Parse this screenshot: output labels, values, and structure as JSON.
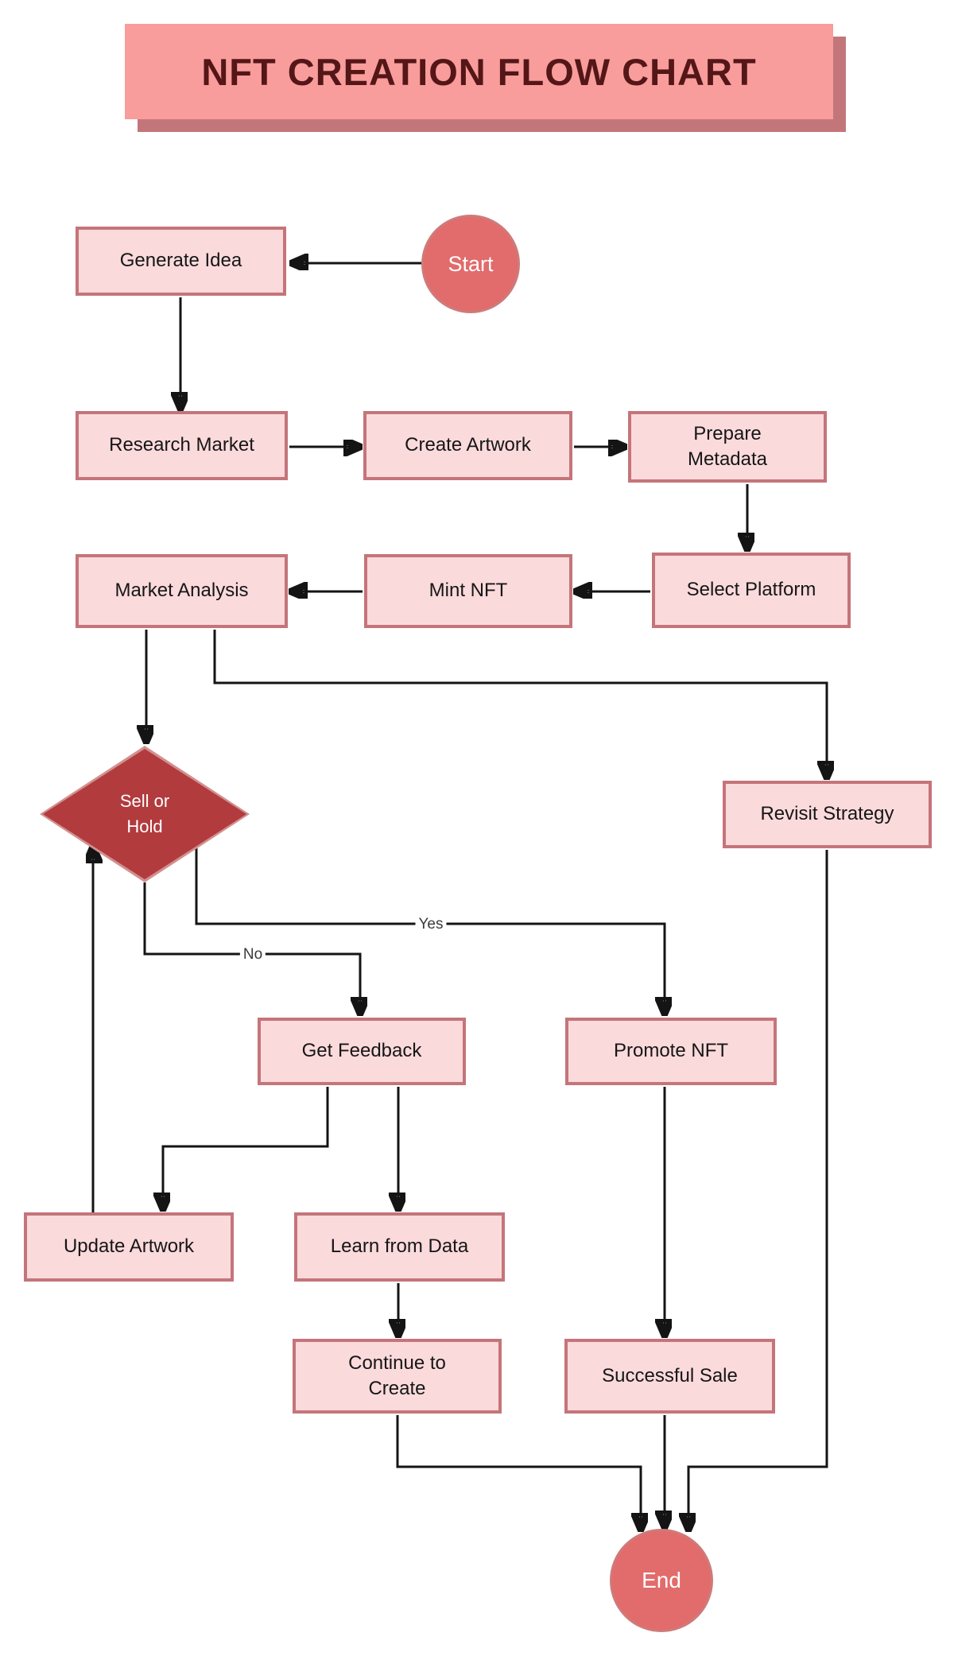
{
  "title": "NFT CREATION FLOW CHART",
  "nodes": {
    "start": {
      "label": "Start",
      "type": "terminal"
    },
    "generate_idea": {
      "label": "Generate Idea",
      "type": "process"
    },
    "research_market": {
      "label": "Research Market",
      "type": "process"
    },
    "create_artwork": {
      "label": "Create Artwork",
      "type": "process"
    },
    "prepare_metadata": {
      "label": "Prepare\nMetadata",
      "type": "process"
    },
    "select_platform": {
      "label": "Select Platform",
      "type": "process"
    },
    "mint_nft": {
      "label": "Mint NFT",
      "type": "process"
    },
    "market_analysis": {
      "label": "Market Analysis",
      "type": "process"
    },
    "sell_or_hold": {
      "label": "Sell or\nHold",
      "type": "decision"
    },
    "revisit_strategy": {
      "label": "Revisit Strategy",
      "type": "process"
    },
    "get_feedback": {
      "label": "Get Feedback",
      "type": "process"
    },
    "promote_nft": {
      "label": "Promote NFT",
      "type": "process"
    },
    "update_artwork": {
      "label": "Update Artwork",
      "type": "process"
    },
    "learn_from_data": {
      "label": "Learn from Data",
      "type": "process"
    },
    "continue_to_create": {
      "label": "Continue to\nCreate",
      "type": "process"
    },
    "successful_sale": {
      "label": "Successful Sale",
      "type": "process"
    },
    "end": {
      "label": "End",
      "type": "terminal"
    }
  },
  "edge_labels": {
    "yes": "Yes",
    "no": "No"
  },
  "edges": [
    {
      "from": "start",
      "to": "generate_idea"
    },
    {
      "from": "generate_idea",
      "to": "research_market"
    },
    {
      "from": "research_market",
      "to": "create_artwork"
    },
    {
      "from": "create_artwork",
      "to": "prepare_metadata"
    },
    {
      "from": "prepare_metadata",
      "to": "select_platform"
    },
    {
      "from": "select_platform",
      "to": "mint_nft"
    },
    {
      "from": "mint_nft",
      "to": "market_analysis"
    },
    {
      "from": "market_analysis",
      "to": "sell_or_hold"
    },
    {
      "from": "market_analysis",
      "to": "revisit_strategy"
    },
    {
      "from": "sell_or_hold",
      "to": "promote_nft",
      "label": "Yes"
    },
    {
      "from": "sell_or_hold",
      "to": "get_feedback",
      "label": "No"
    },
    {
      "from": "get_feedback",
      "to": "update_artwork"
    },
    {
      "from": "get_feedback",
      "to": "learn_from_data"
    },
    {
      "from": "update_artwork",
      "to": "sell_or_hold"
    },
    {
      "from": "learn_from_data",
      "to": "continue_to_create"
    },
    {
      "from": "promote_nft",
      "to": "successful_sale"
    },
    {
      "from": "continue_to_create",
      "to": "end"
    },
    {
      "from": "successful_sale",
      "to": "end"
    },
    {
      "from": "revisit_strategy",
      "to": "end"
    }
  ],
  "colors": {
    "banner_fill": "#f99c9c",
    "banner_shadow": "#c3767a",
    "title_text": "#541616",
    "process_fill": "#fbdadc",
    "process_border": "#c4757a",
    "terminal_fill": "#e26b6b",
    "decision_fill": "#b23b3e",
    "decision_border": "#d2908f",
    "connector": "#141414"
  }
}
